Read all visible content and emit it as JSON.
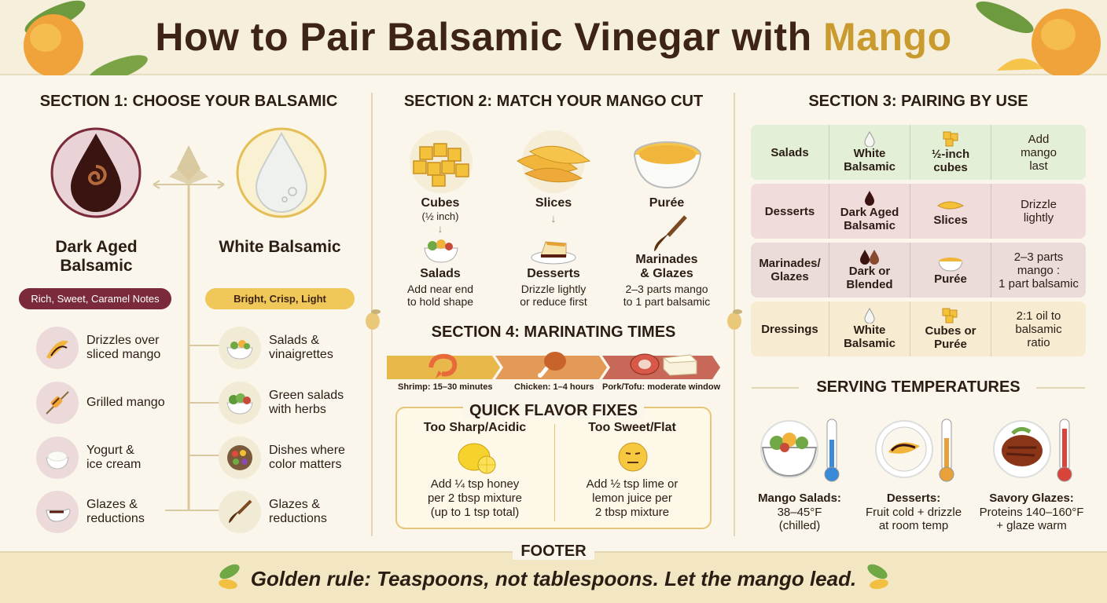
{
  "header": {
    "title_main": "How to Pair Balsamic Vinegar with ",
    "title_accent": "Mango"
  },
  "section1": {
    "title": "SECTION 1: CHOOSE YOUR BALSAMIC",
    "dark": {
      "name": "Dark Aged Balsamic",
      "notes": "Rich, Sweet, Caramel Notes",
      "items": [
        {
          "label": "Drizzles over\nsliced mango",
          "icon": "mango-slices-icon"
        },
        {
          "label": "Grilled mango",
          "icon": "grilled-skewer-icon"
        },
        {
          "label": "Yogurt &\nice cream",
          "icon": "yogurt-bowl-icon"
        },
        {
          "label": "Glazes &\nreductions",
          "icon": "gravy-boat-icon"
        }
      ]
    },
    "white": {
      "name": "White Balsamic",
      "notes": "Bright, Crisp, Light",
      "items": [
        {
          "label": "Salads &\nvinaigrettes",
          "icon": "salad-bowl-icon"
        },
        {
          "label": "Green salads\nwith herbs",
          "icon": "green-salad-icon"
        },
        {
          "label": "Dishes where\ncolor matters",
          "icon": "colorful-bowl-icon"
        },
        {
          "label": "Glazes &\nreductions",
          "icon": "brush-icon"
        }
      ]
    }
  },
  "section2": {
    "title": "SECTION 2: MATCH YOUR MANGO CUT",
    "cuts": [
      {
        "name": "Cubes",
        "sub": "(½ inch)",
        "use": "Salads",
        "desc": "Add near end\nto hold shape"
      },
      {
        "name": "Slices",
        "sub": "",
        "use": "Desserts",
        "desc": "Drizzle lightly\nor reduce first"
      },
      {
        "name": "Purée",
        "sub": "",
        "use": "Marinades\n& Glazes",
        "desc": "2–3 parts mango\nto 1 part balsamic"
      }
    ]
  },
  "section4": {
    "title": "SECTION 4: MARINATING TIMES",
    "times": [
      {
        "label": "Shrimp: 15–30 minutes",
        "color": "#e8b84a"
      },
      {
        "label": "Chicken: 1–4 hours",
        "color": "#e29a56"
      },
      {
        "label": "Pork/Tofu: moderate window",
        "color": "#c86858"
      }
    ],
    "fixes": {
      "title": "QUICK FLAVOR FIXES",
      "left_head": "Too Sharp/Acidic",
      "left_text": "Add ¼ tsp honey\nper 2 tbsp mixture\n(up to 1 tsp total)",
      "right_head": "Too Sweet/Flat",
      "right_text": "Add ½ tsp lime or\nlemon juice per\n2 tbsp mixture"
    }
  },
  "section3": {
    "title": "SECTION 3: PAIRING BY USE",
    "rows": [
      {
        "use": "Salads",
        "balsamic": "White\nBalsamic",
        "cut": "½-inch\ncubes",
        "tip": "Add\nmango\nlast",
        "color": "#e3efd6"
      },
      {
        "use": "Desserts",
        "balsamic": "Dark Aged\nBalsamic",
        "cut": "Slices",
        "tip": "Drizzle\nlightly",
        "color": "#f1dcdc"
      },
      {
        "use": "Marinades/\nGlazes",
        "balsamic": "Dark or\nBlended",
        "cut": "Purée",
        "tip": "2–3 parts\nmango :\n1 part balsamic",
        "color": "#ecdcd9"
      },
      {
        "use": "Dressings",
        "balsamic": "White\nBalsamic",
        "cut": "Cubes or\nPurée",
        "tip": "2:1 oil to\nbalsamic\nratio",
        "color": "#f7ecd2"
      }
    ],
    "serving": {
      "title": "SERVING TEMPERATURES",
      "items": [
        {
          "label": "Mango Salads:",
          "desc": "38–45°F\n(chilled)"
        },
        {
          "label": "Desserts:",
          "desc": "Fruit cold + drizzle\nat room temp"
        },
        {
          "label": "Savory Glazes:",
          "desc": "Proteins 140–160°F\n+ glaze warm"
        }
      ]
    }
  },
  "footer": {
    "label": "FOOTER",
    "text": "Golden rule: Teaspoons, not tablespoons. Let the mango lead."
  }
}
